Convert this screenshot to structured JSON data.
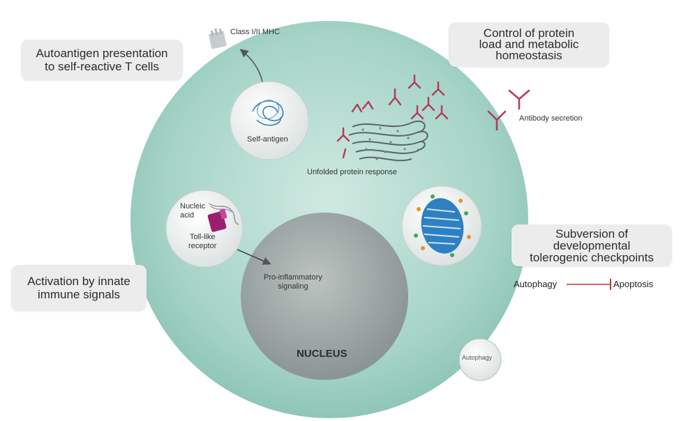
{
  "boxes": {
    "autoantigen": [
      "Autoantigen presentation",
      "to self-reactive T cells"
    ],
    "protein_load": [
      "Control of protein",
      "load and metabolic",
      "homeostasis"
    ],
    "innate": [
      "Activation by innate",
      "immune signals"
    ],
    "subversion": [
      "Subversion of",
      "developmental",
      "tolerogenic checkpoints"
    ]
  },
  "labels": {
    "class_mhc": "Class I/II MHC",
    "self_antigen": "Self-antigen",
    "unfolded": "Unfolded protein response",
    "antibody": "Antibody secretion",
    "nucleic": [
      "Nucleic",
      "acid"
    ],
    "tlr": [
      "Toll-like",
      "receptor"
    ],
    "proinflammatory": [
      "Pro-inflammatory",
      "signaling"
    ],
    "nucleus": "NUCLEUS",
    "autophagy_small": "Autophagy",
    "autophagy": "Autophagy",
    "apoptosis": "Apoptosis"
  },
  "colors": {
    "cell": "#a8d6c9",
    "nucleus": "#9ea7a5",
    "antibody": "#b23a5e",
    "inhibit": "#c0392b",
    "mito": "#2f7fc3",
    "tlr": "#9b1f6e"
  }
}
